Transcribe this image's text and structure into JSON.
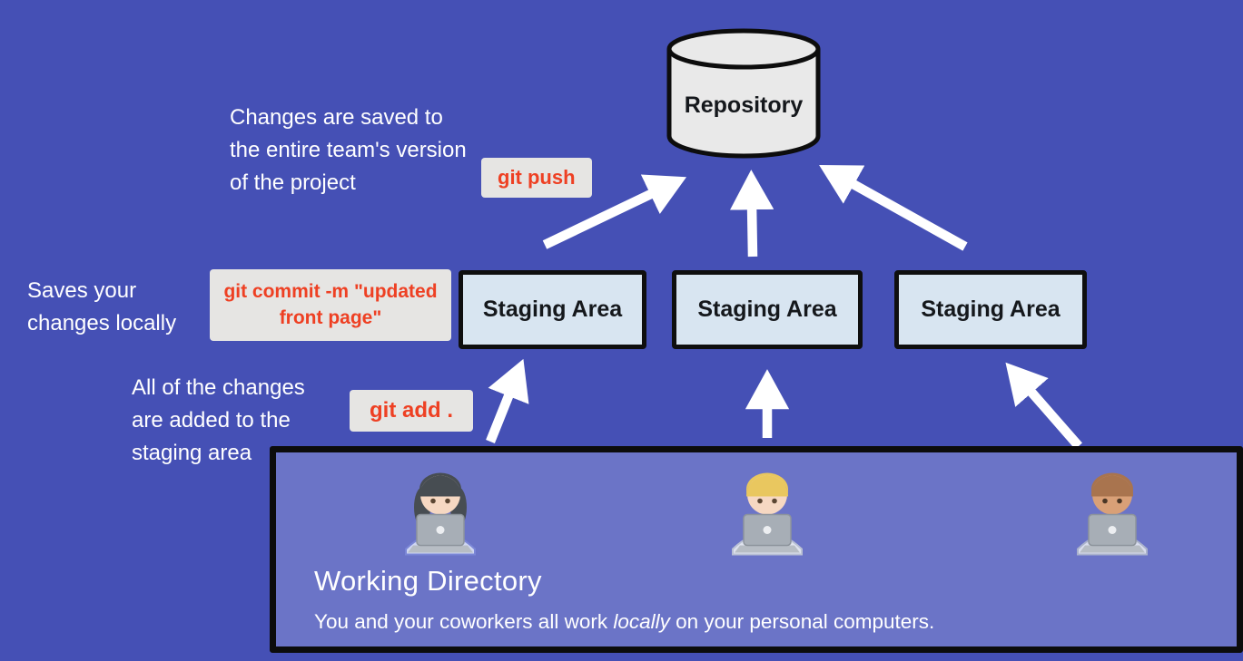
{
  "colors": {
    "background": "#4550b5",
    "working_directory_fill": "#6b74c7",
    "staging_fill": "#d8e5f1",
    "command_text": "#ee4023",
    "command_chip_bg": "#e6e5e3",
    "arrow": "#ffffff"
  },
  "repository": {
    "label": "Repository"
  },
  "staging_areas": [
    {
      "label": "Staging Area"
    },
    {
      "label": "Staging Area"
    },
    {
      "label": "Staging Area"
    }
  ],
  "working_directory": {
    "title": "Working Directory",
    "subtitle_prefix": "You and your coworkers all work ",
    "subtitle_italic": "locally",
    "subtitle_suffix": " on your personal computers."
  },
  "commands": {
    "push": "git push",
    "commit": "git commit -m \"updated front page\"",
    "add": "git add ."
  },
  "annotations": {
    "push_note": "Changes are saved to the entire team's version of the project",
    "commit_note": "Saves your changes locally",
    "add_note": "All of the changes are added to the staging area"
  }
}
